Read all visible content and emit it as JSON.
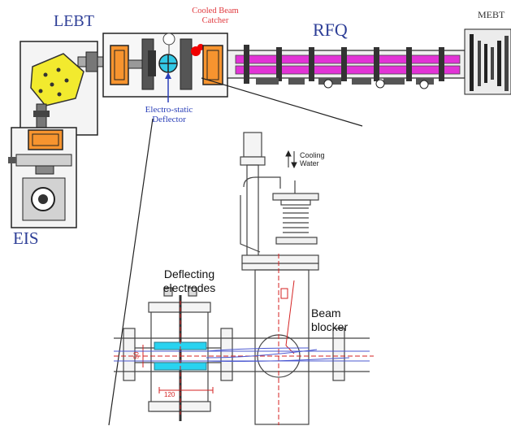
{
  "labels": {
    "lebt": "LEBT",
    "rfq": "RFQ",
    "mebt": "MEBT",
    "eis": "EIS",
    "cooled_beam_catcher_line1": "Cooled Beam",
    "cooled_beam_catcher_line2": "Catcher",
    "deflector_line1": "Electro-static",
    "deflector_line2": "Deflector",
    "cooling_line1": "Cooling",
    "cooling_line2": "Water",
    "deflecting_line1": "Deflecting",
    "deflecting_line2": "electrodes",
    "beam_line1": "Beam",
    "beam_line2": "blocker",
    "dim_vertical": "50",
    "dim_horizontal": "120"
  },
  "colors": {
    "lebt_label": "#2e3f97",
    "rfq_label": "#2e3f97",
    "eis_label": "#2e3f97",
    "mebt_label": "#333333",
    "catcher_label": "#e0393e",
    "deflector_label": "#2a3fb8",
    "rfq_magenta": "#e233d6",
    "magnet_orange": "#f7942f",
    "source_yellow": "#f2ea2e",
    "deflector_cyan": "#33c9e6",
    "electrode_cyan": "#29d3f0",
    "catcher_red": "#f20000",
    "drawing_red": "#d42222",
    "drawing_blue": "#4b58d1"
  }
}
